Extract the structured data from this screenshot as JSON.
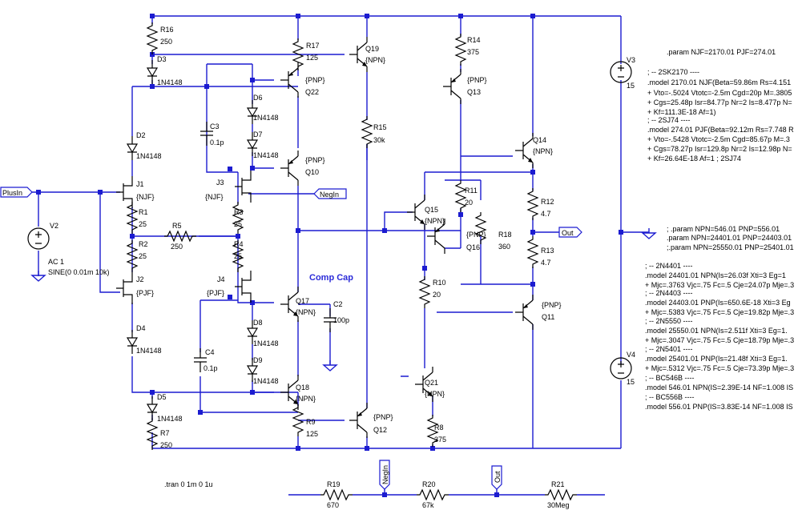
{
  "components": {
    "R16": {
      "name": "R16",
      "value": "250"
    },
    "R17": {
      "name": "R17",
      "value": "125"
    },
    "R14": {
      "name": "R14",
      "value": "375"
    },
    "R15": {
      "name": "R15",
      "value": "30k"
    },
    "R11": {
      "name": "R11",
      "value": "20"
    },
    "R12": {
      "name": "R12",
      "value": "4.7"
    },
    "R13": {
      "name": "R13",
      "value": "4.7"
    },
    "R18": {
      "name": "R18",
      "value": "360"
    },
    "R10": {
      "name": "R10",
      "value": "20"
    },
    "R1": {
      "name": "R1",
      "value": "25"
    },
    "R2": {
      "name": "R2",
      "value": "25"
    },
    "R3": {
      "name": "R3",
      "value": "25"
    },
    "R4": {
      "name": "R4",
      "value": "25"
    },
    "R5": {
      "name": "R5",
      "value": "250"
    },
    "R7": {
      "name": "R7",
      "value": "250"
    },
    "R8": {
      "name": "R8",
      "value": "375"
    },
    "R9": {
      "name": "R9",
      "value": "125"
    },
    "R19": {
      "name": "R19",
      "value": "670"
    },
    "R20": {
      "name": "R20",
      "value": "67k"
    },
    "R21": {
      "name": "R21",
      "value": "30Meg"
    },
    "D3": {
      "name": "D3",
      "value": "1N4148"
    },
    "D6": {
      "name": "D6",
      "value": "1N4148"
    },
    "D7": {
      "name": "D7",
      "value": "1N4148"
    },
    "D2": {
      "name": "D2",
      "value": "1N4148"
    },
    "D4": {
      "name": "D4",
      "value": "1N4148"
    },
    "D5": {
      "name": "D5",
      "value": "1N4148"
    },
    "D8": {
      "name": "D8",
      "value": "1N4148"
    },
    "D9": {
      "name": "D9",
      "value": "1N4148"
    },
    "C3": {
      "name": "C3",
      "value": "0.1p"
    },
    "C4": {
      "name": "C4",
      "value": "0.1p"
    },
    "C2": {
      "name": "C2",
      "value": "100p"
    },
    "Q19": {
      "name": "Q19",
      "value": "{NPN}"
    },
    "Q22": {
      "name": "Q22",
      "value": "{PNP}"
    },
    "Q13": {
      "name": "Q13",
      "value": "{PNP}"
    },
    "Q10": {
      "name": "Q10",
      "value": "{PNP}"
    },
    "Q14": {
      "name": "Q14",
      "value": "{NPN}"
    },
    "Q15": {
      "name": "Q15",
      "value": "{NPN}"
    },
    "Q16": {
      "name": "Q16",
      "value": "{PNP}"
    },
    "Q17": {
      "name": "Q17",
      "value": "{NPN}"
    },
    "Q11": {
      "name": "Q11",
      "value": "{PNP}"
    },
    "Q18": {
      "name": "Q18",
      "value": "{NPN}"
    },
    "Q21": {
      "name": "Q21",
      "value": "{NPN}"
    },
    "Q12": {
      "name": "Q12",
      "value": "{PNP}"
    },
    "J1": {
      "name": "J1",
      "value": "{NJF}"
    },
    "J2": {
      "name": "J2",
      "value": "{PJF}"
    },
    "J3": {
      "name": "J3",
      "value": "{NJF}"
    },
    "J4": {
      "name": "J4",
      "value": "{PJF}"
    },
    "V2": {
      "name": "V2",
      "value1": "AC 1",
      "value2": "SINE(0 0.01m 10k)"
    },
    "V3": {
      "name": "V3",
      "value": "15"
    },
    "V4": {
      "name": "V4",
      "value": "15"
    }
  },
  "nets": {
    "plus_in": "PlusIn",
    "neg_in": "NegIn",
    "neg_in_bottom": "NegIn",
    "out": "Out",
    "out_bottom": "Out"
  },
  "annotations": {
    "comp_cap": "Comp Cap",
    "tran": ".tran 0 1m 0 1u"
  },
  "spice_lines": [
    ".param NJF=2170.01  PJF=274.01",
    "; -- 2SK2170 ----",
    ".model 2170.01 NJF(Beta=59.86m Rs=4.151",
    "+ Vto=-.5024 Vtotc=-2.5m Cgd=20p M=.3805",
    "+ Cgs=25.48p Isr=84.77p Nr=2 Is=8.477p N=",
    "+ Kf=111.3E-18 Af=1)",
    "; -- 2SJ74 ----",
    ".model 274.01 PJF(Beta=92.12m Rs=7.748 R",
    "+ Vto=-.5428 Vtotc=-2.5m Cgd=85.67p M=.3",
    "+ Cgs=78.27p Isr=129.8p Nr=2 Is=12.98p N=",
    "+ Kf=26.64E-18 Af=1  ; 2SJ74",
    "; .param NPN=546.01  PNP=556.01",
    ".param NPN=24401.01  PNP=24403.01",
    ";.param NPN=25550.01  PNP=25401.01",
    "; -- 2N4401 ----",
    ".model 24401.01   NPN(Is=26.03f Xti=3 Eg=1",
    "+ Mjc=.3763 Vjc=.75 Fc=.5 Cje=24.07p Mje=.3",
    "; -- 2N4403 ----",
    ".model 24403.01   PNP(Is=650.6E-18 Xti=3 Eg",
    "+ Mjc=.5383 Vjc=.75 Fc=.5 Cje=19.82p Mje=.3",
    "; -- 2N5550 ----",
    ".model 25550.01   NPN(Is=2.511f Xti=3 Eg=1.",
    "+ Mjc=.3047 Vjc=.75 Fc=.5 Cje=18.79p Mje=.3",
    "; -- 2N5401 ----",
    ".model 25401.01   PNP(Is=21.48f Xti=3 Eg=1.",
    "+ Mjc=.5312 Vjc=.75 Fc=.5 Cje=73.39p Mje=.3",
    "; -- BC546B ----",
    ".model 546.01 NPN(IS=2.39E-14 NF=1.008 IS",
    "; -- BC556B ----",
    ".model 556.01 PNP(IS=3.83E-14 NF=1.008 IS"
  ],
  "colors": {
    "wire": "#1c1cd0",
    "component": "#000000",
    "label": "#000000",
    "comp_cap": "#2b2bd8",
    "background": "#ffffff"
  }
}
